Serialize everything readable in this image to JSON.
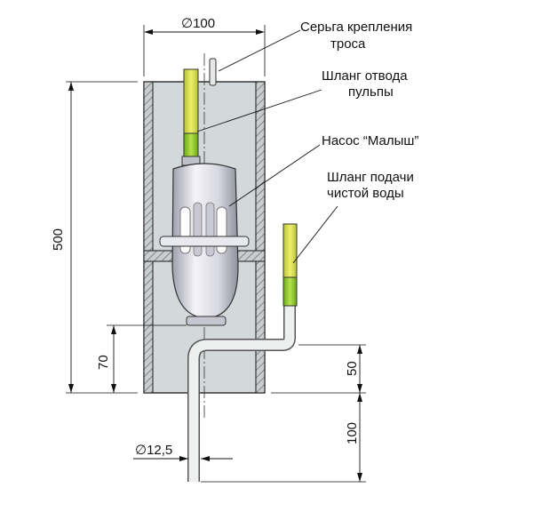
{
  "labels": {
    "cable_shackle_line1": "Серьга крепления",
    "cable_shackle_line2": "троса",
    "pulp_hose_line1": "Шланг отвода",
    "pulp_hose_line2": "пульпы",
    "pump": "Насос “Малыш”",
    "water_hose_line1": "Шланг подачи",
    "water_hose_line2": "чистой воды"
  },
  "dimensions": {
    "cylinder_diameter": "∅100",
    "height": "500",
    "pump_clearance": "70",
    "pipe_offset": "50",
    "pipe_length": "100",
    "pipe_diameter": "∅12,5"
  },
  "colors": {
    "cylinder_fill": "#d6dadb",
    "hatch": "#7a7f80",
    "hose_yellow": "#d6df3a",
    "hose_green": "#8fc72a",
    "pump_body": "#dcdde5",
    "line": "#1a1a1a"
  }
}
